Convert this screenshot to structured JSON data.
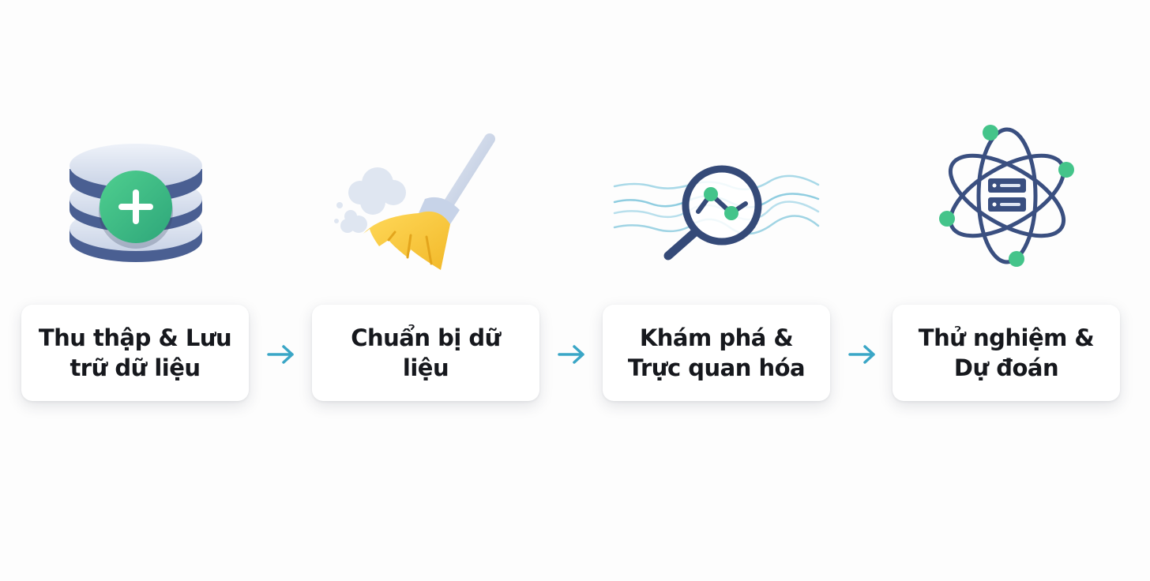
{
  "steps": [
    {
      "label": "Thu thập & Lưu\ntrữ dữ liệu",
      "icon": "database-plus-icon"
    },
    {
      "label": "Chuẩn bị dữ liệu",
      "icon": "broom-icon"
    },
    {
      "label": "Khám phá &\nTrực quan hóa",
      "icon": "magnifier-chart-icon"
    },
    {
      "label": "Thử nghiệm &\nDự đoán",
      "icon": "atom-server-icon"
    }
  ],
  "connector_icon": "arrow-right-icon",
  "colors": {
    "navy": "#3a4f80",
    "green": "#3dbf86",
    "yellow": "#f7c93a",
    "teal_arrow": "#3aa6c6",
    "card_bg": "#ffffff",
    "text": "#16181d"
  }
}
